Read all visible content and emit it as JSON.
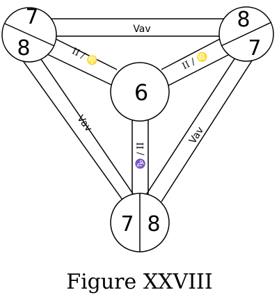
{
  "caption": "Figure XXVIII",
  "nodes": {
    "top_left": {
      "upper": "7",
      "lower": "8"
    },
    "top_right": {
      "upper": "8",
      "lower": "7"
    },
    "center": {
      "value": "6"
    },
    "bottom": {
      "left": "7",
      "right": "8"
    }
  },
  "edges": {
    "top": "Vav",
    "left_outer": "Vav",
    "right_outer": "Vav",
    "inner_left": "II / ♌",
    "inner_right": "II / ♌",
    "inner_bottom": "♑ / II"
  }
}
